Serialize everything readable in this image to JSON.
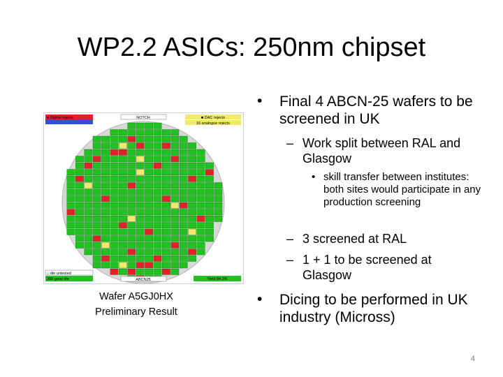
{
  "slide": {
    "title": "WP2.2 ASICs: 250nm chipset",
    "page_number": "4"
  },
  "wafer_map": {
    "caption_line1": "Wafer A5GJ0HX",
    "caption_line2": "Preliminary Result",
    "legend": {
      "top_left": "■ Digital rejects",
      "top_center": "NOTCH",
      "top_right_1": "■ DAC rejects",
      "top_right_2": "16 analogue rejects",
      "bottom_left_1": "□ die untested",
      "bottom_left_2": "388 good die",
      "bottom_center": "ABCN25",
      "bottom_right": "Yield 84.3%"
    },
    "colors": {
      "good": "#22c122",
      "digital_reject": "#e2222a",
      "dac_reject": "#f1e96e",
      "untested": "#ffffff",
      "wafer": "#d8d8d8",
      "legend_blue": "#2d52d9"
    }
  },
  "bullets": {
    "b1": "Final 4 ABCN-25 wafers to be screened in UK",
    "b1_sub1": "Work split between RAL and Glasgow",
    "b1_sub1_sub1": "skill transfer between institutes: both sites would participate in any production screening",
    "b1_sub2": "3 screened at RAL",
    "b1_sub3": "1 + 1 to be screened at Glasgow",
    "b2": "Dicing to be performed in UK industry (Micross)"
  },
  "markers": {
    "level1": "•",
    "level2": "–",
    "level3": "•"
  }
}
